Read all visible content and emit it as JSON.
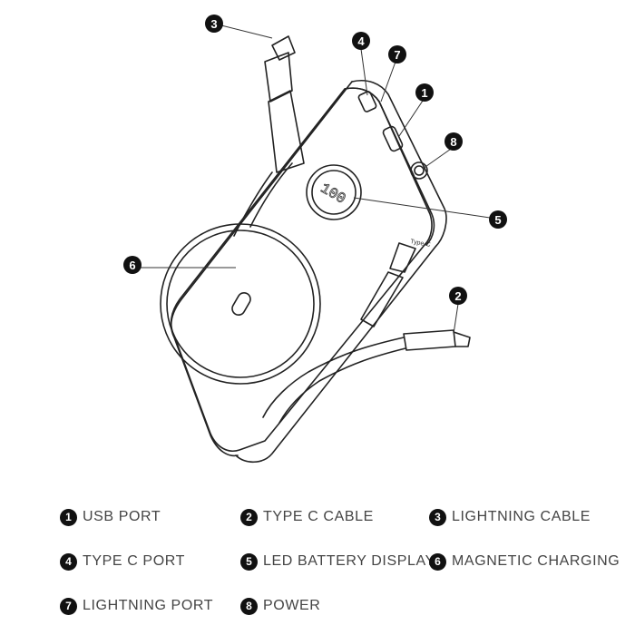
{
  "callouts": [
    {
      "num": "1",
      "label": "USB PORT"
    },
    {
      "num": "2",
      "label": "TYPE C CABLE"
    },
    {
      "num": "3",
      "label": "LIGHTNING CABLE"
    },
    {
      "num": "4",
      "label": "TYPE C PORT"
    },
    {
      "num": "5",
      "label": "LED BATTERY DISPLAY"
    },
    {
      "num": "6",
      "label": "MAGNETIC CHARGING"
    },
    {
      "num": "7",
      "label": "LIGHTNING PORT"
    },
    {
      "num": "8",
      "label": "POWER"
    }
  ],
  "device": {
    "display_digits": "100",
    "port_label": "Type-C"
  }
}
